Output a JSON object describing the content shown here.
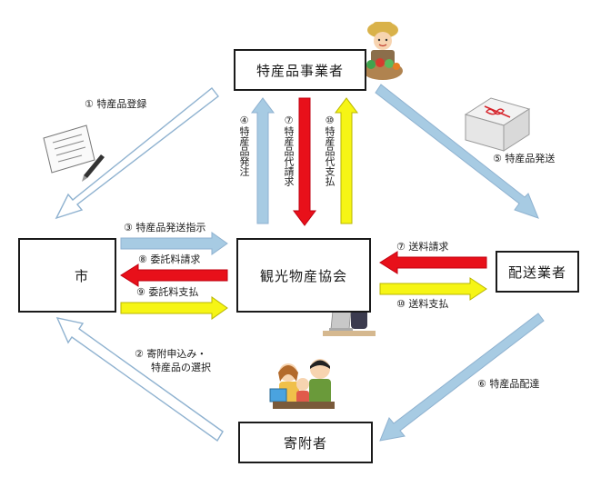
{
  "nodes": {
    "producer": "特産品事業者",
    "city": "市",
    "association": "観光物産協会",
    "delivery": "配送業者",
    "donor": "寄附者"
  },
  "flows": {
    "f1": "① 特産品登録",
    "f2": [
      "② 寄附申込み・",
      "特産品の選択"
    ],
    "f3": "③ 特産品発送指示",
    "f4": "④特産品発注",
    "f5": "⑤ 特産品発送",
    "f6": "⑥ 特産品配達",
    "f7a": "⑦特産品代請求",
    "f7b": "⑦ 送料請求",
    "f8": "⑧ 委託料請求",
    "f9": "⑨ 委託料支払",
    "f10a": "⑩特産品代支払",
    "f10b": "⑩ 送料支払"
  },
  "colors": {
    "blue_fill": "#a7cbe3",
    "blue_outline": "#8fb2d0",
    "red_fill": "#e8101a",
    "yellow_fill": "#f6f515",
    "yellow_outline": "#b9b600",
    "border": "#1a1a1a"
  },
  "icons": [
    "farmer-icon",
    "document-pen-icon",
    "gift-box-icon",
    "office-worker-icon",
    "family-computer-icon",
    "city-emblem-icon"
  ]
}
